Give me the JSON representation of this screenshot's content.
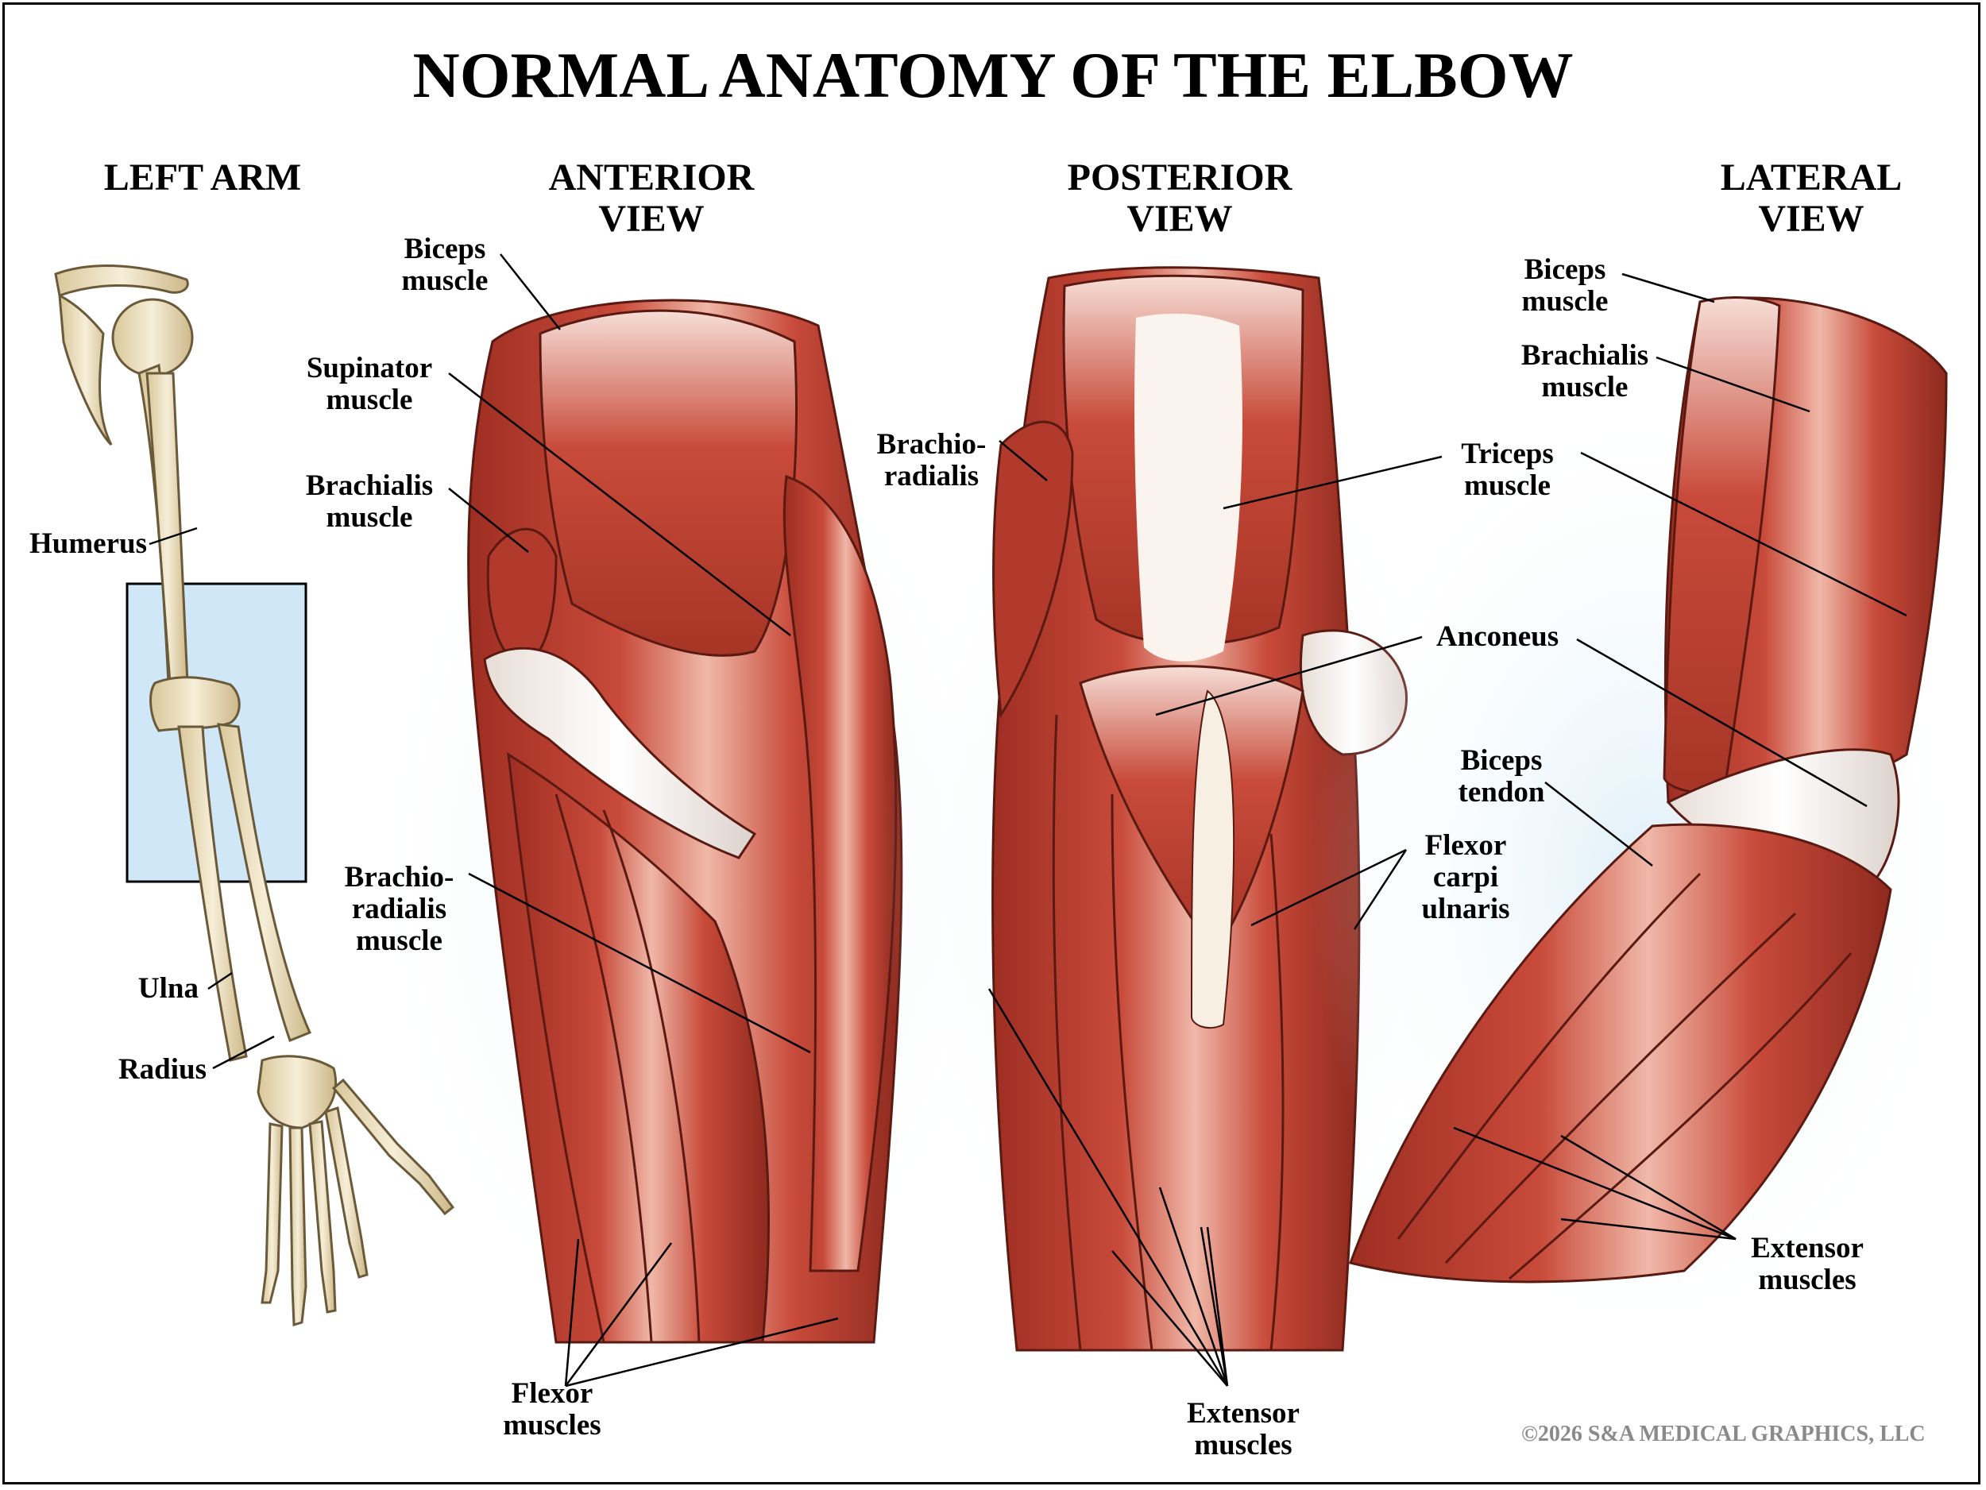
{
  "title": "NORMAL ANATOMY OF THE ELBOW",
  "headings": {
    "left_arm": "LEFT ARM",
    "anterior_1": "ANTERIOR",
    "anterior_2": "VIEW",
    "posterior_1": "POSTERIOR",
    "posterior_2": "VIEW",
    "lateral_1": "LATERAL",
    "lateral_2": "VIEW"
  },
  "labels": {
    "humerus": "Humerus",
    "ulna": "Ulna",
    "radius": "Radius",
    "ant_biceps_1": "Biceps",
    "ant_biceps_2": "muscle",
    "ant_supinator_1": "Supinator",
    "ant_supinator_2": "muscle",
    "ant_brachialis_1": "Brachialis",
    "ant_brachialis_2": "muscle",
    "ant_brachiorad_1": "Brachio-",
    "ant_brachiorad_2": "radialis",
    "ant_brachiorad_3": "muscle",
    "ant_flexor_1": "Flexor",
    "ant_flexor_2": "muscles",
    "post_brachiorad_1": "Brachio-",
    "post_brachiorad_2": "radialis",
    "post_triceps_1": "Triceps",
    "post_triceps_2": "muscle",
    "post_anconeus": "Anconeus",
    "post_fcu_1": "Flexor",
    "post_fcu_2": "carpi",
    "post_fcu_3": "ulnaris",
    "post_extensor_1": "Extensor",
    "post_extensor_2": "muscles",
    "lat_biceps_1": "Biceps",
    "lat_biceps_2": "muscle",
    "lat_brachialis_1": "Brachialis",
    "lat_brachialis_2": "muscle",
    "lat_biceps_tendon_1": "Biceps",
    "lat_biceps_tendon_2": "tendon",
    "lat_extensor_1": "Extensor",
    "lat_extensor_2": "muscles"
  },
  "copyright": "©2026 S&A MEDICAL GRAPHICS, LLC",
  "colors": {
    "muscle": "#c84a3a",
    "muscle_dark": "#9e2e22",
    "muscle_light": "#e8a090",
    "tendon": "#f4ede6",
    "bone": "#efe3c2",
    "bone_outline": "#6b5a3a",
    "highlight_box": "#cfe7f7",
    "glow": "#dceef8"
  }
}
